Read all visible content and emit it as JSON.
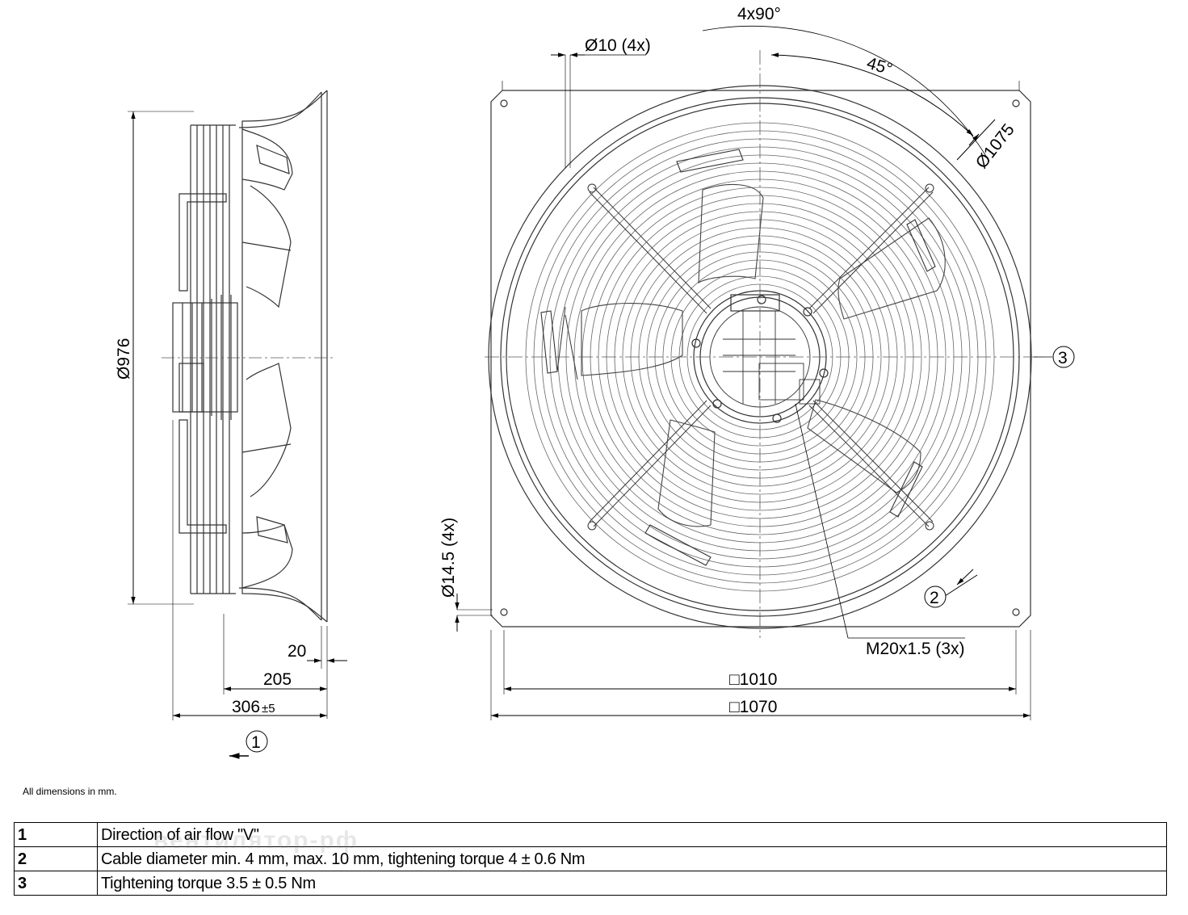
{
  "dimensions": {
    "angle_total": "4x90°",
    "hole_top": "Ø10 (4x)",
    "angle_45": "45°",
    "diameter_1075": "Ø1075",
    "diameter_976": "Ø976",
    "hole_side": "Ø14.5 (4x)",
    "depth_20": "20",
    "depth_205": "205",
    "depth_306": "306",
    "depth_306_tol": "±5",
    "square_1010": "□1010",
    "square_1070": "□1070",
    "thread": "M20x1.5 (3x)"
  },
  "callouts": {
    "c1": "1",
    "c2": "2",
    "c3": "3"
  },
  "note": "All dimensions in mm.",
  "watermark": "вентилятор-рф",
  "legend": [
    {
      "num": "1",
      "text": "Direction of air flow \"V\""
    },
    {
      "num": "2",
      "text": "Cable diameter min. 4 mm, max. 10 mm, tightening torque 4 ± 0.6 Nm"
    },
    {
      "num": "3",
      "text": "Tightening torque 3.5 ± 0.5 Nm"
    }
  ],
  "colors": {
    "line": "#000000",
    "thin": "#555555",
    "background": "#ffffff"
  }
}
